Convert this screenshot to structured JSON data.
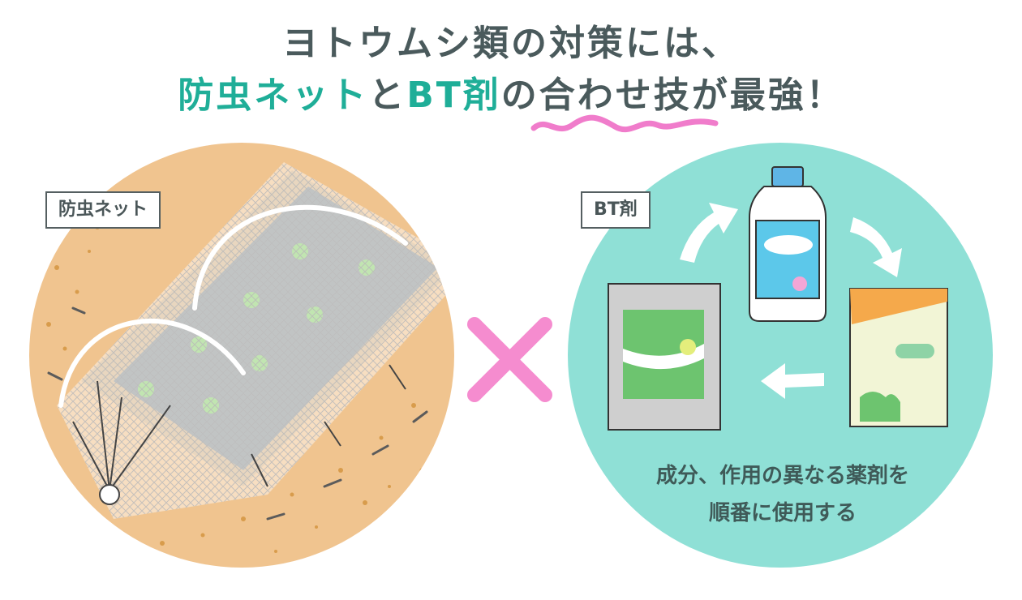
{
  "title": {
    "line1": "ヨトウムシ類の対策には、",
    "line2_accent1": "防虫ネット",
    "line2_plain1": "と",
    "line2_accent2": "BT剤",
    "line2_plain2": "の",
    "line2_marked": "合わせ技",
    "line2_plain3": "が最強！"
  },
  "left_panel": {
    "tag": "防虫ネット"
  },
  "right_panel": {
    "tag": "BT剤",
    "caption_line1": "成分、作用の異なる薬剤を",
    "caption_line2": "順番に使用する"
  },
  "colors": {
    "title_text": "#4a5a5c",
    "accent_text": "#1fae98",
    "squiggle": "#f07ccb",
    "cross": "#f58ccf",
    "soil_circle": "#f0c48f",
    "teal_circle": "#8fe0d6"
  }
}
